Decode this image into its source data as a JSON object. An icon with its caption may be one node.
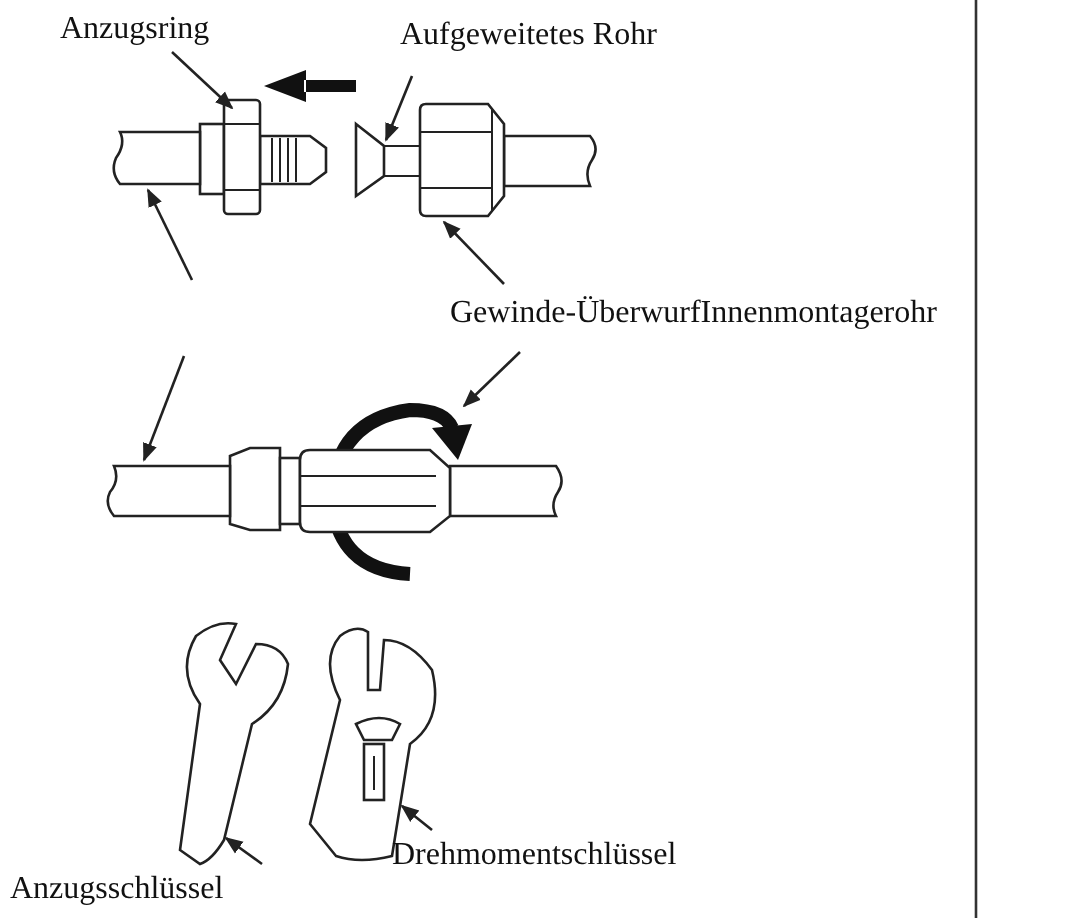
{
  "diagram": {
    "nodes": [
      {
        "text": [
          "Anzugsring"
        ]
      },
      {
        "text": [
          "Aufgeweitetes Rohr"
        ]
      },
      {
        "text": [
          "Gewinde-ÜberwurfInnenmontagerohr"
        ]
      },
      {
        "text": [
          "Anzugsschlüssel"
        ]
      },
      {
        "text": [
          "Drehmomentschlüssel"
        ]
      },
      {
        "text": [],
        "shape": "nut"
      },
      {
        "text": [],
        "shape": "flare"
      },
      {
        "text": [],
        "shape": "nut"
      },
      {
        "text": [],
        "shape": "pipe"
      },
      {
        "text": [],
        "shape": "pipe"
      },
      {
        "text": [],
        "shape": "nut"
      },
      {
        "text": [],
        "shape": "wrench"
      },
      {
        "text": [],
        "shape": "wrench"
      }
    ],
    "edges": [
      {
        "from": 6,
        "to": 5,
        "arrow": "to",
        "style": "thick"
      },
      {
        "from": 0,
        "to": 5,
        "arrow": "to"
      },
      {
        "from": 1,
        "to": 6,
        "arrow": "to"
      },
      {
        "from": 2,
        "to": 7,
        "arrow": "to"
      },
      {
        "from": 2,
        "to": 10,
        "arrow": "to"
      },
      {
        "from": null,
        "to": 8,
        "arrow": "to"
      },
      {
        "from": null,
        "to": 9,
        "arrow": "to"
      },
      {
        "from": 3,
        "to": 11,
        "arrow": "to"
      },
      {
        "from": 4,
        "to": 12,
        "arrow": "to"
      }
    ]
  }
}
